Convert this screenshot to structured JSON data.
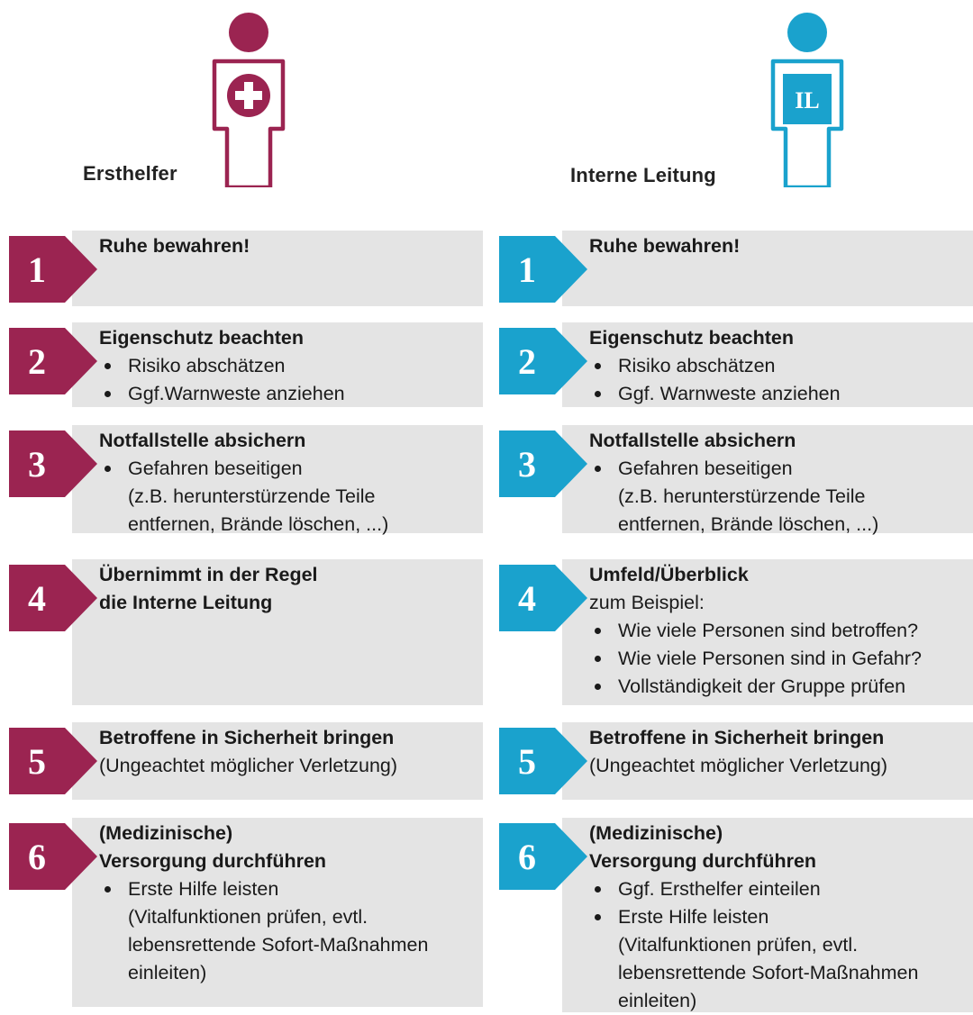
{
  "colors": {
    "left_accent": "#9b2451",
    "right_accent": "#1aa2cd",
    "panel": "#e4e4e4"
  },
  "left": {
    "title": "Ersthelfer",
    "figure_icon": "first-aid-cross-icon",
    "steps": [
      {
        "num": "1",
        "head": [
          "Ruhe bewahren!"
        ],
        "lines": [],
        "bullets": []
      },
      {
        "num": "2",
        "head": [
          "Eigenschutz beachten"
        ],
        "lines": [],
        "bullets": [
          "Risiko abschätzen",
          "Ggf.Warnweste anziehen"
        ]
      },
      {
        "num": "3",
        "head": [
          "Notfallstelle absichern"
        ],
        "lines": [],
        "bullets": [
          "Gefahren beseitigen",
          "(z.B. herunterstürzende Teile",
          "entfernen, Brände löschen, ...)"
        ]
      },
      {
        "num": "4",
        "head": [
          "Übernimmt in der Regel",
          "die Interne Leitung"
        ],
        "lines": [],
        "bullets": []
      },
      {
        "num": "5",
        "head": [
          "Betroffene in Sicherheit bringen"
        ],
        "lines": [
          "(Ungeachtet möglicher Verletzung)"
        ],
        "bullets": []
      },
      {
        "num": "6",
        "head": [
          "(Medizinische)",
          "Versorgung durchführen"
        ],
        "lines": [],
        "bullets": [
          "Erste Hilfe leisten",
          "(Vitalfunktionen prüfen, evtl.",
          "lebensrettende Sofort-Maßnahmen",
          "einleiten)"
        ]
      }
    ]
  },
  "right": {
    "title": "Interne Leitung",
    "figure_icon": "il-badge-icon",
    "figure_label": "IL",
    "steps": [
      {
        "num": "1",
        "head": [
          "Ruhe bewahren!"
        ],
        "lines": [],
        "bullets": []
      },
      {
        "num": "2",
        "head": [
          "Eigenschutz beachten"
        ],
        "lines": [],
        "bullets": [
          "Risiko abschätzen",
          "Ggf. Warnweste anziehen"
        ]
      },
      {
        "num": "3",
        "head": [
          "Notfallstelle absichern"
        ],
        "lines": [],
        "bullets": [
          "Gefahren beseitigen",
          "(z.B. herunterstürzende Teile",
          "entfernen, Brände löschen, ...)"
        ]
      },
      {
        "num": "4",
        "head": [
          "Umfeld/Überblick"
        ],
        "lines": [
          "zum Beispiel:"
        ],
        "bullets": [
          "Wie viele Personen sind betroffen?",
          "Wie viele Personen sind in Gefahr?",
          "Vollständigkeit der Gruppe prüfen"
        ]
      },
      {
        "num": "5",
        "head": [
          "Betroffene in Sicherheit bringen"
        ],
        "lines": [
          "(Ungeachtet möglicher Verletzung)"
        ],
        "bullets": []
      },
      {
        "num": "6",
        "head": [
          "(Medizinische)",
          "Versorgung durchführen"
        ],
        "lines": [],
        "bullets": [
          "Ggf. Ersthelfer einteilen",
          "Erste Hilfe leisten",
          "(Vitalfunktionen prüfen, evtl.",
          "lebensrettende Sofort-Maßnahmen",
          "einleiten)"
        ]
      }
    ]
  }
}
